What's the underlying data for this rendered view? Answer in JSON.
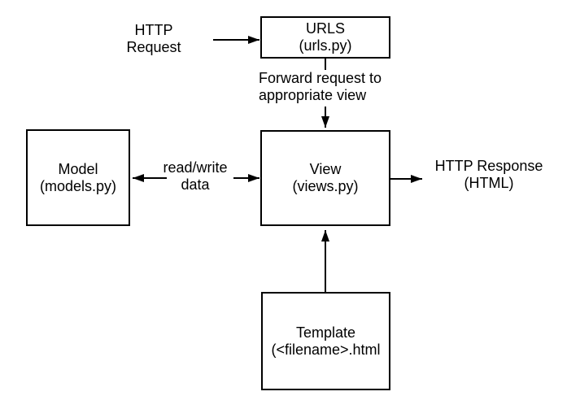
{
  "diagram": {
    "colors": {
      "background": "#ffffff",
      "line": "#000000",
      "text": "#000000"
    },
    "nodes": {
      "urls": {
        "title": "URLS",
        "subtitle": "(urls.py)"
      },
      "view": {
        "title": "View",
        "subtitle": "(views.py)"
      },
      "model": {
        "title": "Model",
        "subtitle": "(models.py)"
      },
      "template": {
        "title": "Template",
        "subtitle": "(<filename>.html"
      }
    },
    "labels": {
      "http_request": {
        "line1": "HTTP",
        "line2": "Request"
      },
      "forward": {
        "line1": "Forward request to",
        "line2": "appropriate view"
      },
      "read_write": {
        "line1": "read/write",
        "line2": "data"
      },
      "http_response": {
        "line1": "HTTP Response",
        "line2": "(HTML)"
      }
    },
    "edges": [
      {
        "from": "http-request-label",
        "to": "urls-box",
        "label": ""
      },
      {
        "from": "urls-box",
        "to": "view-box",
        "label": "Forward request to appropriate view"
      },
      {
        "from": "view-box",
        "to": "model-box",
        "label": "read/write data"
      },
      {
        "from": "read-write-label",
        "to": "view-box",
        "label": ""
      },
      {
        "from": "view-box",
        "to": "http-response-label",
        "label": ""
      },
      {
        "from": "template-box",
        "to": "view-box",
        "label": ""
      }
    ]
  }
}
